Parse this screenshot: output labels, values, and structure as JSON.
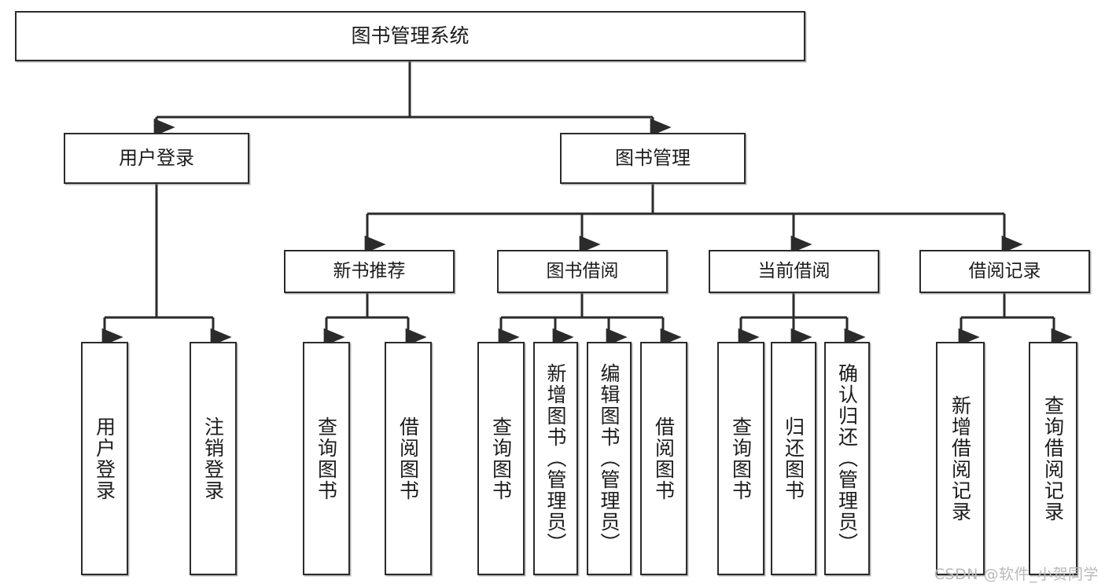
{
  "diagram": {
    "type": "tree-hierarchy-chart",
    "title": "图书管理系统",
    "watermark": "CSDN @软件_小贺同学",
    "colors": {
      "stroke": "#2b2b2b",
      "fill": "#ffffff",
      "text": "#1c1c1c",
      "watermark": "#b9b9b9",
      "background": "#ffffff"
    },
    "root": {
      "label": "图书管理系统"
    },
    "level1": [
      {
        "label": "用户登录"
      },
      {
        "label": "图书管理"
      }
    ],
    "level2": [
      {
        "label": "新书推荐"
      },
      {
        "label": "图书借阅"
      },
      {
        "label": "当前借阅"
      },
      {
        "label": "借阅记录"
      }
    ],
    "leaves": {
      "user_login": [
        {
          "label": "用户登录"
        },
        {
          "label": "注销登录"
        }
      ],
      "new_book_recommend": [
        {
          "label": "查询图书"
        },
        {
          "label": "借阅图书"
        }
      ],
      "book_borrow": [
        {
          "label": "查询图书"
        },
        {
          "label": "新增图书（管理员）"
        },
        {
          "label": "编辑图书（管理员）"
        },
        {
          "label": "借阅图书"
        }
      ],
      "current_borrow": [
        {
          "label": "查询图书"
        },
        {
          "label": "归还图书"
        },
        {
          "label": "确认归还（管理员）"
        }
      ],
      "borrow_record": [
        {
          "label": "新增借阅记录"
        },
        {
          "label": "查询借阅记录"
        }
      ]
    }
  }
}
